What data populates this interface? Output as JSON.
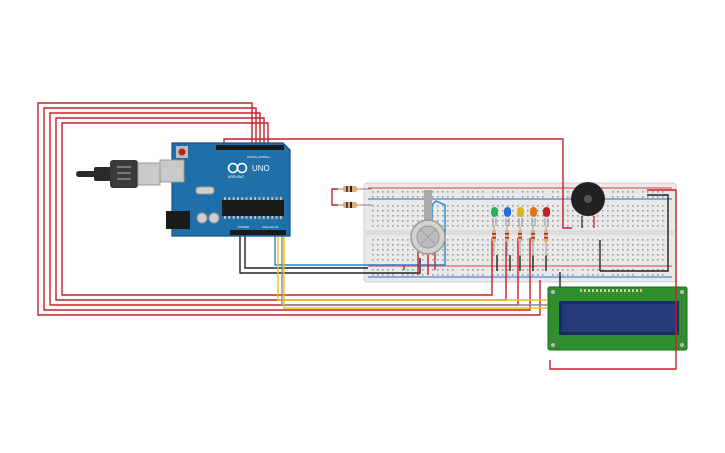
{
  "arduino": {
    "logo_text": "UNO",
    "brand_text": "ARDUINO",
    "digital_label": "DIGITAL (PWM~)",
    "power_label": "POWER",
    "analog_label": "ANALOG IN",
    "board_color": "#1f6fa8",
    "board_edge_color": "#13507d"
  },
  "usb_cable": {
    "color": "#2a2a2a",
    "connector_color": "#c9c9c9"
  },
  "breadboard": {
    "color": "#e9e9e9",
    "rail_red": "#d44",
    "rail_blue": "#36c"
  },
  "gas_sensor": {
    "color": "#cfcfcf"
  },
  "buzzer": {
    "color": "#222222"
  },
  "lcd": {
    "board_color": "#2f8f2f",
    "screen_color": "#263a7a"
  },
  "leds": [
    {
      "name": "green-led",
      "color": "#2bb24c"
    },
    {
      "name": "blue-led",
      "color": "#2a6fd6"
    },
    {
      "name": "yellow-led",
      "color": "#e0b21a"
    },
    {
      "name": "orange-led",
      "color": "#d9741f"
    },
    {
      "name": "red-led",
      "color": "#c42121"
    }
  ],
  "wire_colors": {
    "red": "#c8202a",
    "black": "#222222",
    "blue": "#2a86c8",
    "yellow": "#e6c21a",
    "grey": "#888888"
  }
}
